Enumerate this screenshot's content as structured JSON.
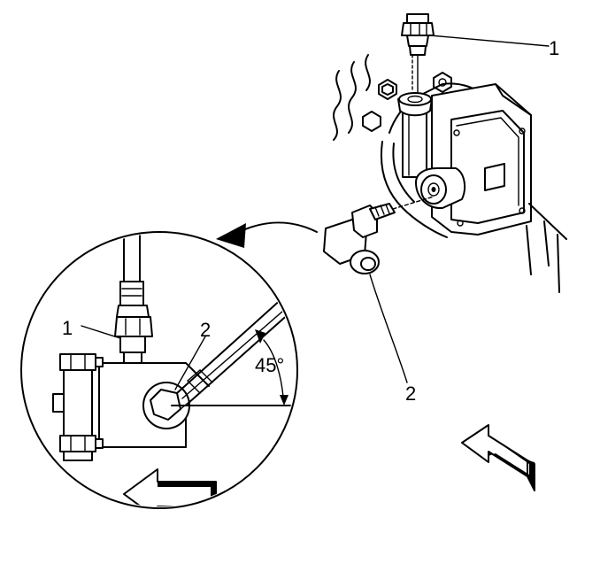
{
  "callouts": {
    "upper_fitting": "1",
    "lower_fitting": "2",
    "detail_fitting_1": "1",
    "detail_fitting_2": "2"
  },
  "angle_label": "45°"
}
